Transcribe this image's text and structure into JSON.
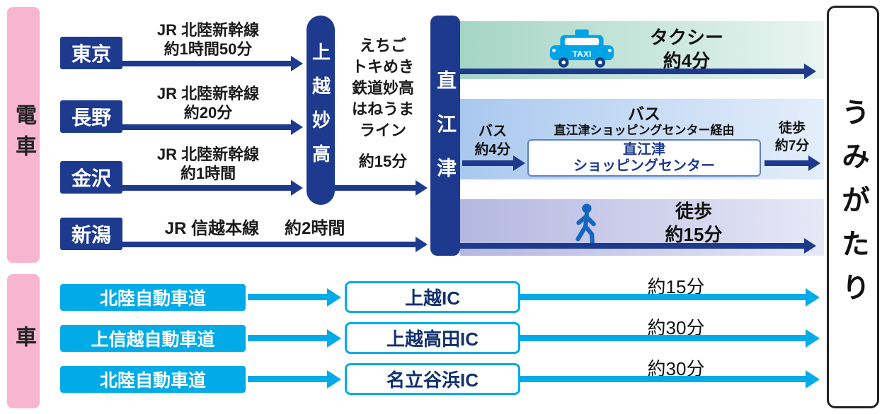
{
  "side_labels": {
    "train": "電車",
    "car": "車"
  },
  "destination": {
    "name": "うみがたり"
  },
  "train": {
    "origins": [
      {
        "station": "東京",
        "line": "JR 北陸新幹線",
        "duration": "約1時間50分"
      },
      {
        "station": "長野",
        "line": "JR 北陸新幹線",
        "duration": "約20分"
      },
      {
        "station": "金沢",
        "line": "JR 北陸新幹線",
        "duration": "約1時間"
      },
      {
        "station": "新潟",
        "line": "JR 信越本線",
        "duration": "約2時間"
      }
    ],
    "hub1": {
      "name": "上越妙高"
    },
    "connection": {
      "line_name_lines": [
        "えちご",
        "トキめき",
        "鉄道妙高",
        "はねうま",
        "ライン"
      ],
      "duration": "約15分"
    },
    "hub2": {
      "name": "直江津"
    },
    "last_mile": {
      "taxi": {
        "mode": "タクシー",
        "duration": "約4分",
        "icon": "taxi-icon",
        "sign": "TAXI"
      },
      "bus": {
        "header": "バス",
        "via": "直江津ショッピングセンター経由",
        "leg1": {
          "mode": "バス",
          "duration": "約4分"
        },
        "stop_lines": [
          "直江津",
          "ショッピングセンター"
        ],
        "leg2": {
          "mode": "徒歩",
          "duration": "約7分"
        }
      },
      "walk": {
        "mode": "徒歩",
        "duration": "約15分",
        "icon": "walk-icon"
      }
    }
  },
  "car": {
    "routes": [
      {
        "road": "北陸自動車道",
        "ic": "上越IC",
        "duration": "約15分"
      },
      {
        "road": "上信越自動車道",
        "ic": "上越高田IC",
        "duration": "約30分"
      },
      {
        "road": "北陸自動車道",
        "ic": "名立谷浜IC",
        "duration": "約30分"
      }
    ]
  },
  "colors": {
    "navy": "#1d3a8e",
    "pink": "#f8b5d0",
    "cyan": "#00abe8",
    "taxi_band_left": "#a5d5c5",
    "bus_band_left": "#a9c8ee",
    "walk_band_left": "#b4b7e0",
    "taxi_icon_blue": "#00a3e6",
    "walk_icon_blue": "#1566c0"
  }
}
